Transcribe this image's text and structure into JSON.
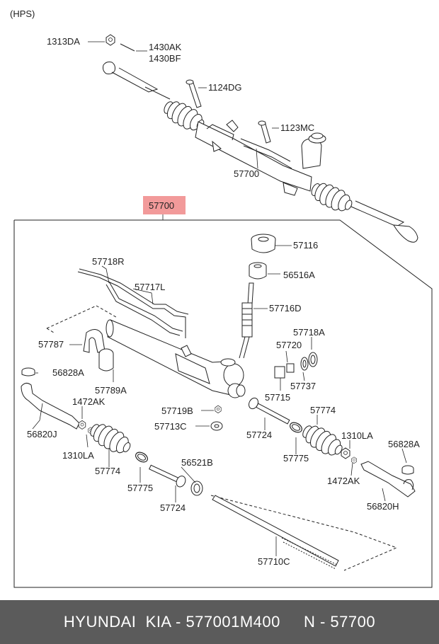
{
  "diagram": {
    "variant": "(HPS)",
    "parts": {
      "p1313DA": "1313DA",
      "p1430AK": "1430AK",
      "p1430BF": "1430BF",
      "p1124DG": "1124DG",
      "p1123MC": "1123MC",
      "p57700_top": "57700",
      "p57700_box": "57700",
      "p57116": "57116",
      "p56516A": "56516A",
      "p57718R": "57718R",
      "p57717L": "57717L",
      "p57716D": "57716D",
      "p57718A": "57718A",
      "p57720": "57720",
      "p57787": "57787",
      "p56828A_l": "56828A",
      "p57789A": "57789A",
      "p57737": "57737",
      "p57715": "57715",
      "p1472AK_l": "1472AK",
      "p56820J": "56820J",
      "p57719B": "57719B",
      "p57713C": "57713C",
      "p57774_r": "57774",
      "p1310LA_l": "1310LA",
      "p57724_r": "57724",
      "p1310LA_r": "1310LA",
      "p56828A_r": "56828A",
      "p57775_r": "57775",
      "p57774_l": "57774",
      "p56521B": "56521B",
      "p1472AK_r": "1472AK",
      "p57775_l": "57775",
      "p56820H": "56820H",
      "p57724_l": "57724",
      "p57710C": "57710C"
    },
    "highlight_color": "#f29a9a"
  },
  "footer": {
    "brand": "HYUNDAI  KIA - 577001M400",
    "ref": "N - 57700"
  }
}
